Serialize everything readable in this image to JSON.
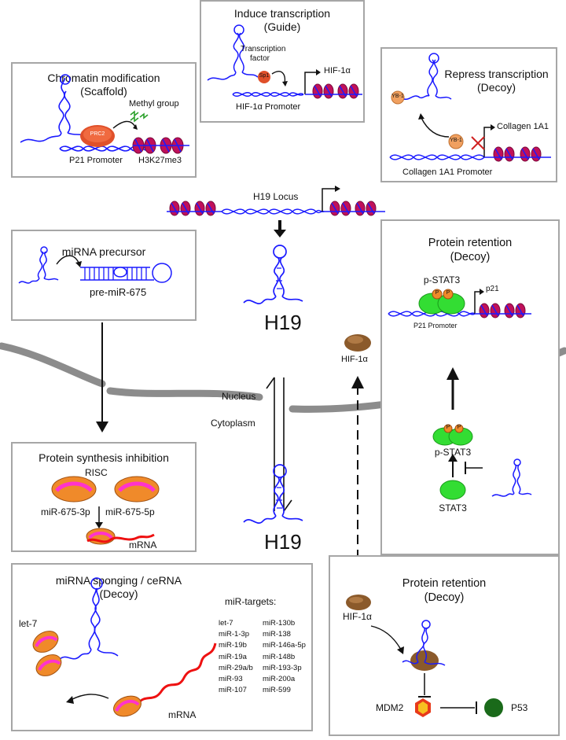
{
  "panels": {
    "chromatin": {
      "title1": "Chromatin modification",
      "title2": "(Scaffold)",
      "prc2": "PRC2",
      "methyl": "Methyl group",
      "promoter": "P21 Promoter",
      "mark": "H3K27me3"
    },
    "induce": {
      "title1": "Induce transcription",
      "title2": "(Guide)",
      "tf1": "Transcription",
      "tf2": "factor",
      "sp1": "Sp1",
      "gene": "HIF-1α",
      "promoter": "HIF-1α Promoter"
    },
    "repress": {
      "title1": "Repress transcription",
      "title2": "(Decoy)",
      "yb1a": "YB-1",
      "yb1b": "YB-1",
      "gene": "Collagen 1A1",
      "promoter": "Collagen 1A1 Promoter"
    },
    "locus": {
      "label": "H19 Locus"
    },
    "mirna_precursor": {
      "title": "miRNA precursor",
      "pre": "pre-miR-675"
    },
    "h19_nucleus": "H19",
    "h19_cytoplasm": "H19",
    "hif_nucleus": "HIF-1α",
    "compartments": {
      "nucleus": "Nucleus",
      "cytoplasm": "Cytoplasm"
    },
    "protein_retention_top": {
      "title1": "Protein retention",
      "title2": "(Decoy)",
      "pstat3": "p-STAT3",
      "p": "P",
      "gene": "p21",
      "promoter": "P21 Promoter",
      "pstat3_lower": "p-STAT3",
      "stat3": "STAT3"
    },
    "synthesis": {
      "title": "Protein synthesis inhibition",
      "risc": "RISC",
      "mir3p": "miR-675-3p",
      "mir5p": "miR-675-5p",
      "mrna": "mRNA"
    },
    "sponging": {
      "title1": "miRNA sponging / ceRNA",
      "title2": "(Decoy)",
      "let7": "let-7",
      "mrna": "mRNA",
      "targets_title": "miR-targets:",
      "targets_col1": [
        "let-7",
        "miR-1-3p",
        "miR-19b",
        "miR-19a",
        "miR-29a/b",
        "miR-93",
        "miR-107"
      ],
      "targets_col2": [
        "miR-130b",
        "miR-138",
        "miR-146a-5p",
        "miR-148b",
        "miR-193-3p",
        "miR-200a",
        "miR-599"
      ]
    },
    "protein_retention_bottom": {
      "title1": "Protein retention",
      "title2": "(Decoy)",
      "hif": "HIF-1α",
      "mdm2": "MDM2",
      "p53": "P53"
    }
  },
  "colors": {
    "rna": "#1a1aff",
    "nucleosome": "#c0105a",
    "mrna": "#ee1111",
    "risc": "#f08a2a",
    "stat": "#33dd33",
    "hif": "#8b5a2b",
    "membrane": "#8c8c8c",
    "border": "#a6a6a6"
  }
}
